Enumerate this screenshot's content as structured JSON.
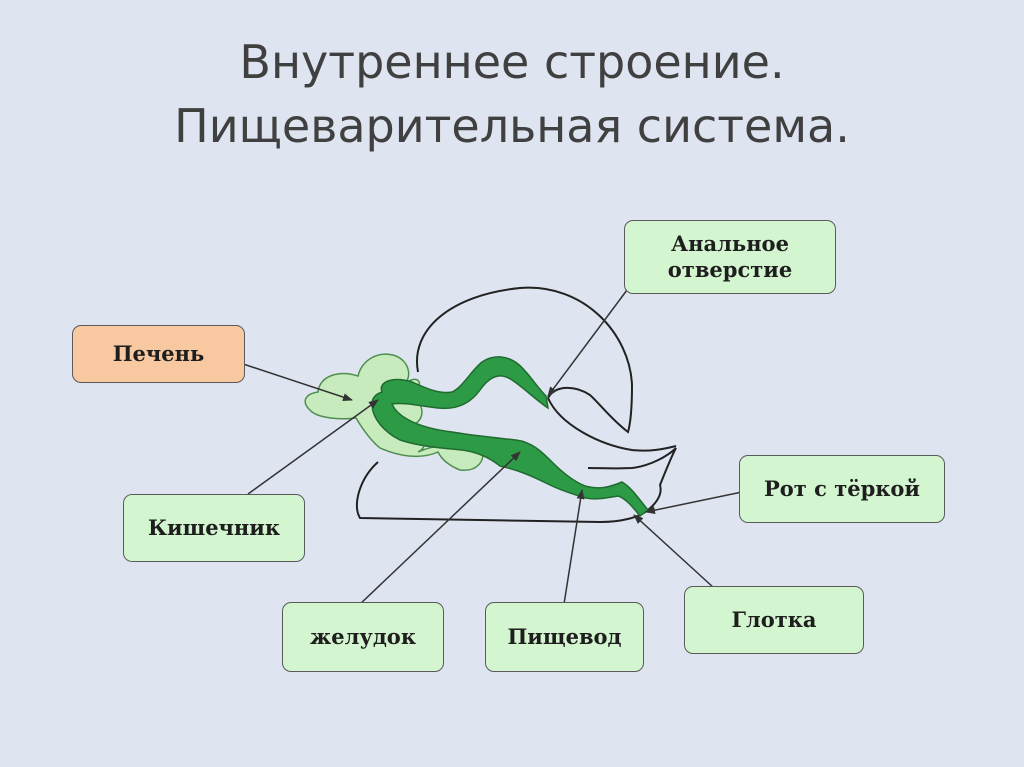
{
  "title": {
    "line1": "Внутреннее строение.",
    "line2": "Пищеварительная система."
  },
  "labels": {
    "anus": "Анальное отверстие",
    "liver": "Печень",
    "mouth": "Рот с тёркой",
    "intestine": "Кишечник",
    "stomach": "желудок",
    "esophagus": "Пищевод",
    "pharynx": "Глотка"
  },
  "colors": {
    "background": "#dfe4f1",
    "label_fill": "#d3f5cf",
    "liver_fill": "#f8c9a0",
    "organ_light": "#c7ebbd",
    "organ_dark": "#2d9a45"
  }
}
